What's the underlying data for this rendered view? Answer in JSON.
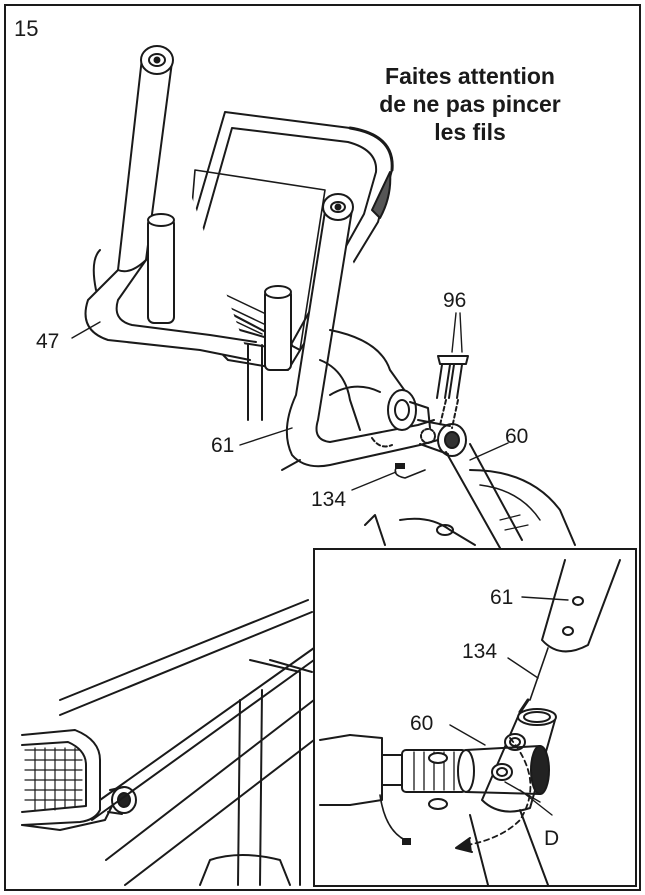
{
  "step_number": "15",
  "warning": {
    "line1": "Faites attention",
    "line2": "de ne pas pincer",
    "line3": "les fils"
  },
  "main_labels": {
    "part_47": "47",
    "part_61": "61",
    "part_96": "96",
    "part_60": "60",
    "part_134": "134"
  },
  "inset_labels": {
    "part_61": "61",
    "part_134": "134",
    "part_60": "60",
    "detail_d": "D"
  }
}
